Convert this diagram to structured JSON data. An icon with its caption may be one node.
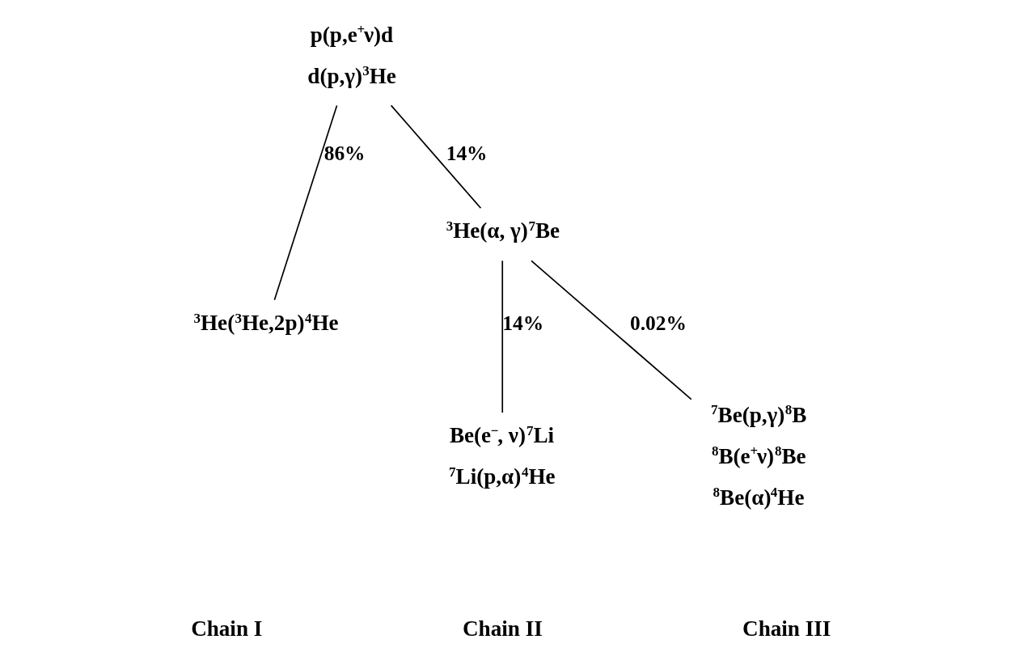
{
  "diagram": {
    "nodes": [
      {
        "text": [
          "p(p,e$^{+}$ν)d",
          "d(p,γ)$^{3}$He"
        ]
      },
      {
        "text": [
          "$^{3}$He($^{3}$He,2p)$^{4}$He"
        ]
      },
      {
        "text": [
          "$^{3}$He(α, γ)$^{7}$Be"
        ]
      },
      {
        "text": [
          "Be(e$^{−}$, ν)$^{7}$Li",
          "$^{7}$Li(p,α)$^{4}$He"
        ]
      },
      {
        "text": [
          "$^{7}$Be(p,γ)$^{8}$B",
          "$^{8}$B(e$^{+}$ν)$^{8}$Be",
          "$^{8}$Be(α)$^{4}$He"
        ]
      }
    ],
    "edges": [
      {
        "from": 0,
        "to": 1,
        "arrow": "none",
        "label": "86%"
      },
      {
        "from": 0,
        "to": 2,
        "arrow": "none",
        "label": "14%"
      },
      {
        "from": 2,
        "to": 3,
        "arrow": "none",
        "label": "14%"
      },
      {
        "from": 2,
        "to": 4,
        "arrow": "none",
        "label": "0.02%"
      }
    ],
    "labels": [
      "Chain I",
      "Chain II",
      "Chain III"
    ]
  }
}
